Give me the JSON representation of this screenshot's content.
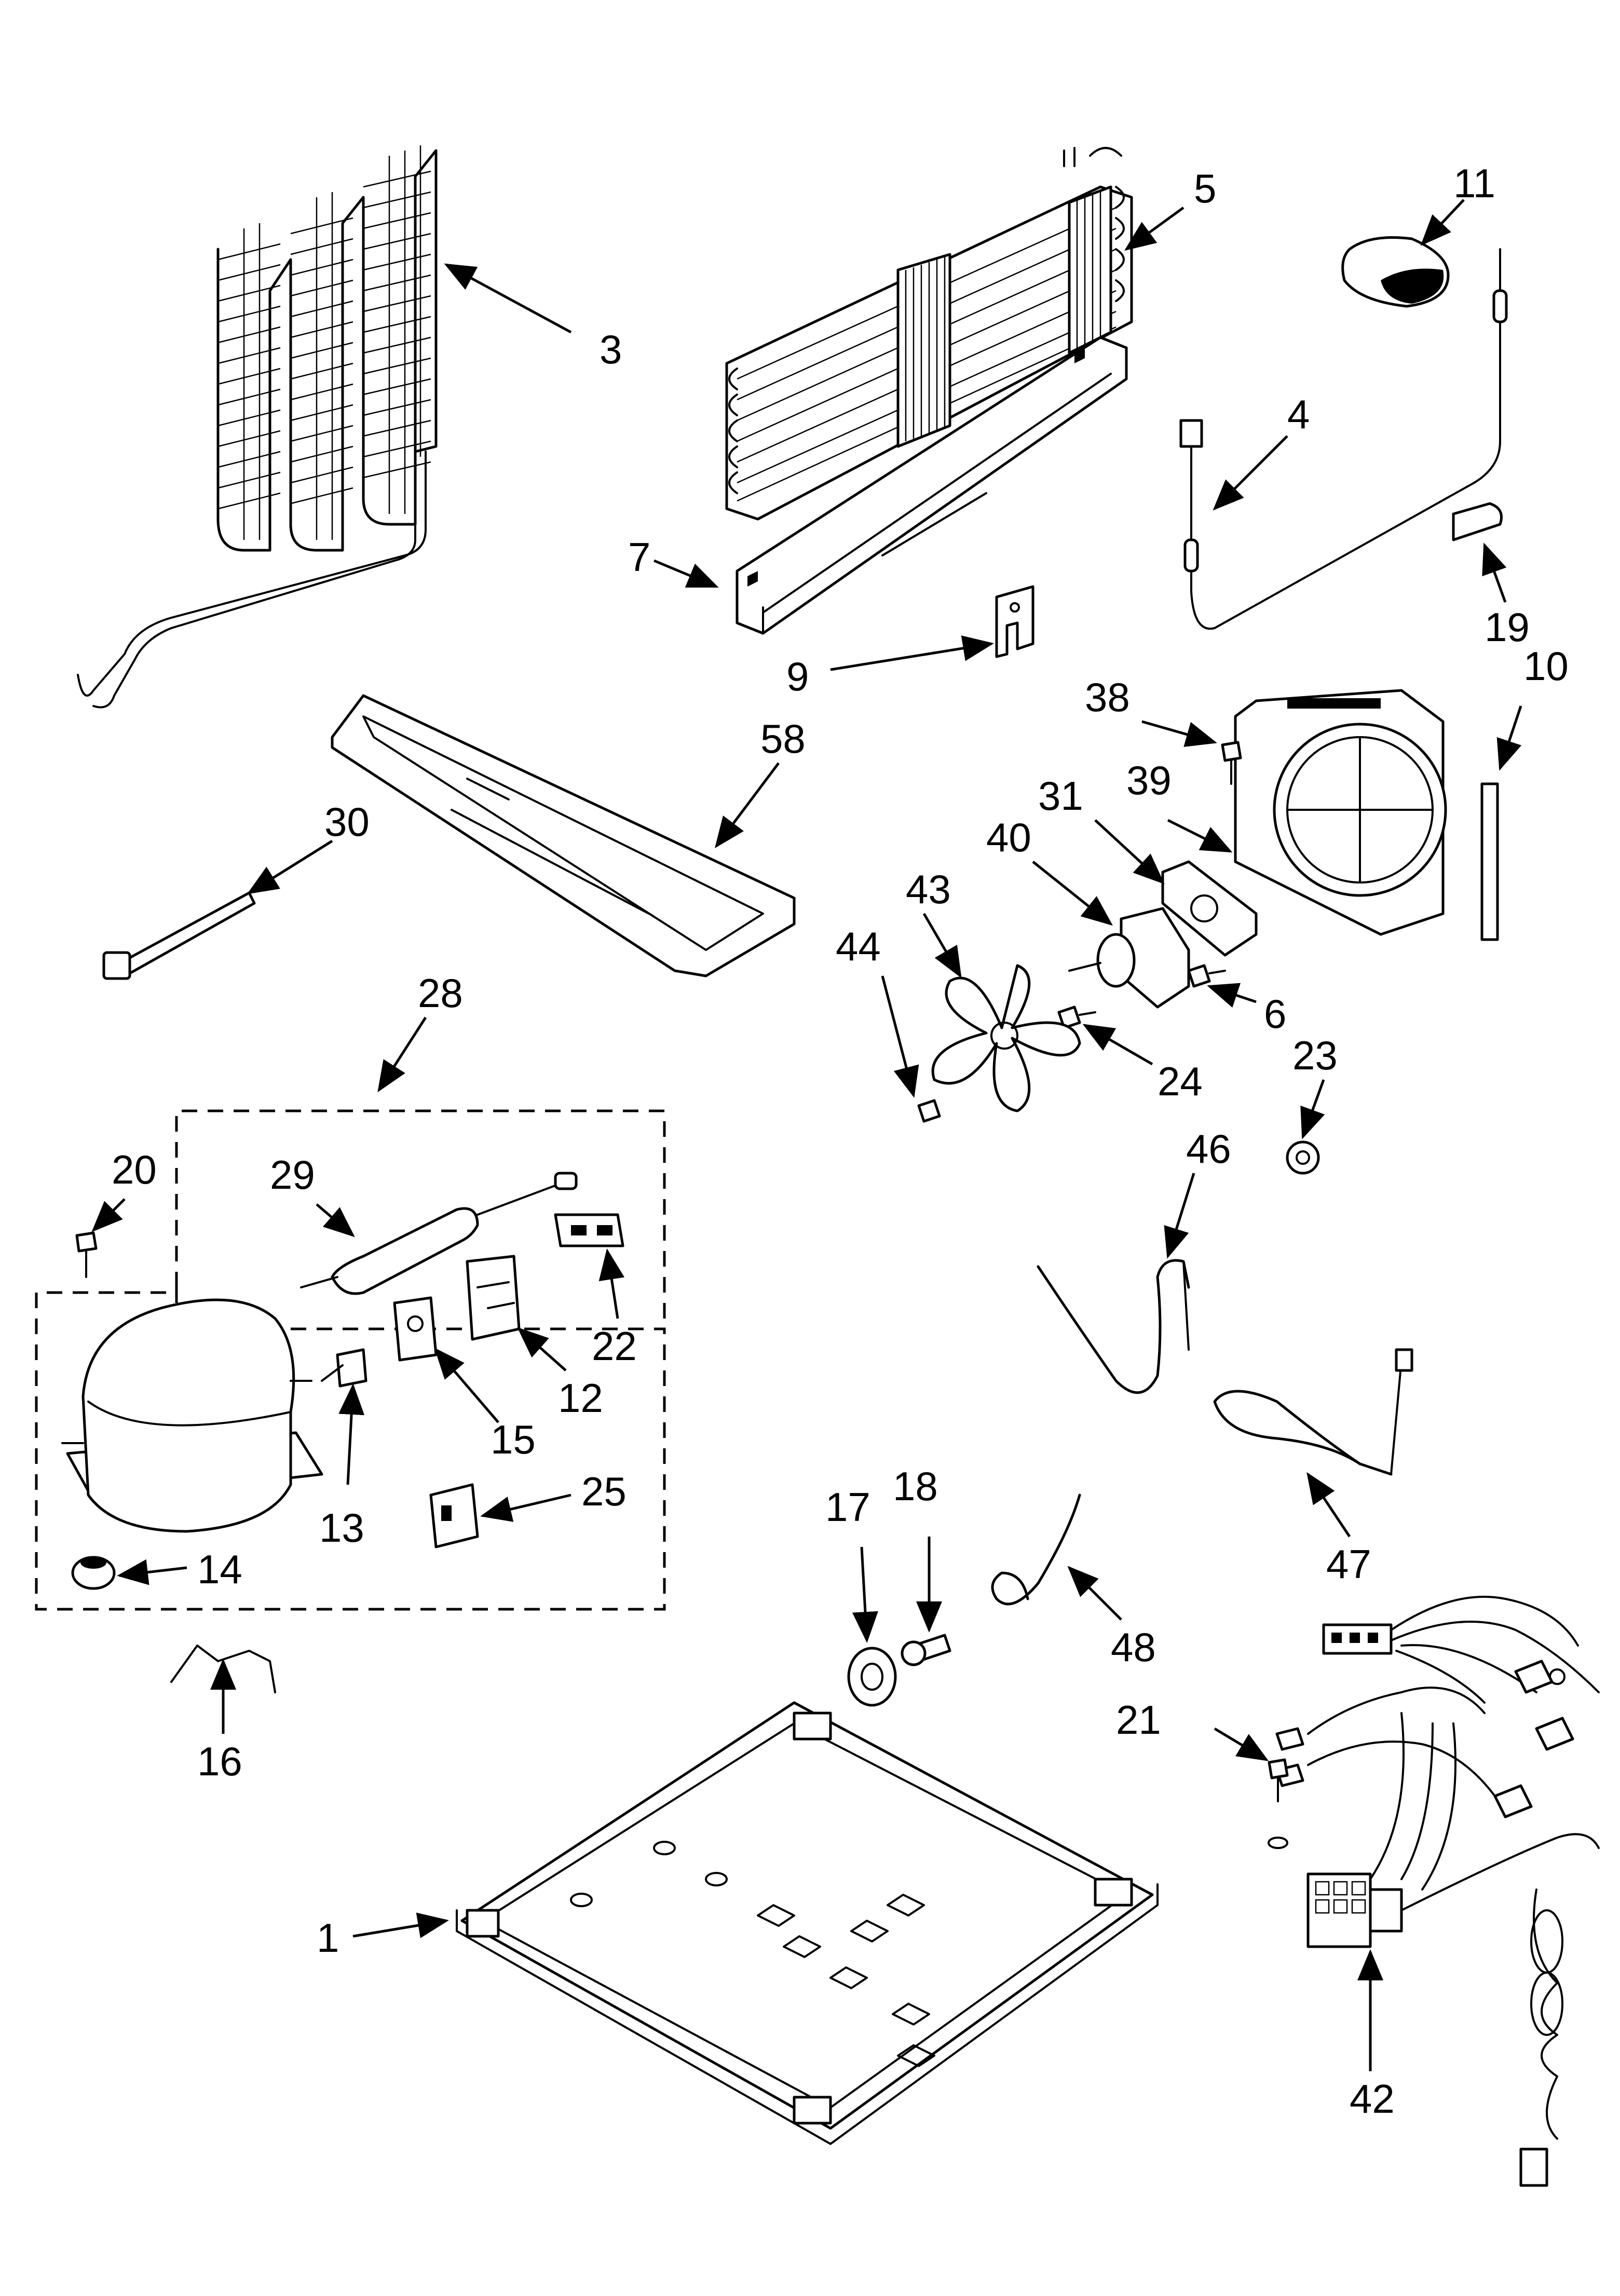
{
  "diagram": {
    "callouts": [
      "1",
      "3",
      "4",
      "5",
      "6",
      "7",
      "9",
      "10",
      "11",
      "12",
      "13",
      "14",
      "15",
      "16",
      "17",
      "18",
      "19",
      "20",
      "21",
      "22",
      "23",
      "24",
      "25",
      "28",
      "29",
      "30",
      "31",
      "38",
      "39",
      "40",
      "42",
      "43",
      "44",
      "46",
      "47",
      "48",
      "58"
    ]
  },
  "colors": {
    "line": "#000000",
    "background": "#ffffff"
  }
}
